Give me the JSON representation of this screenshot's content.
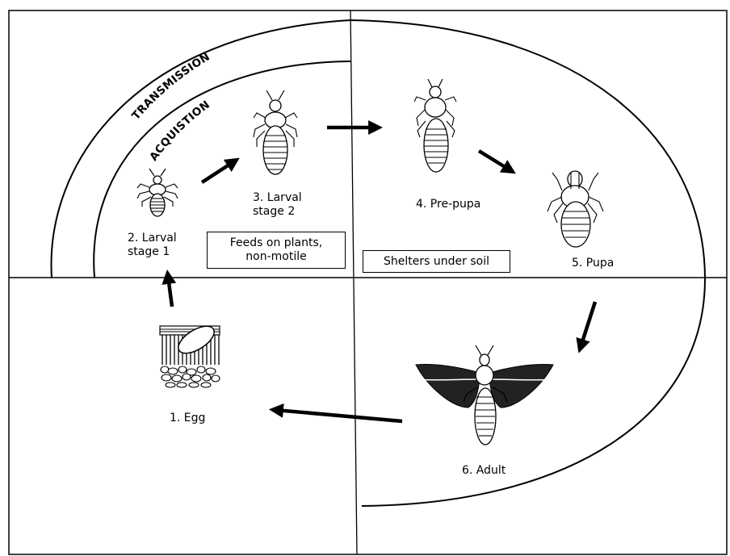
{
  "arc_labels": {
    "outer": "TRANSMISSION",
    "inner": "ACQUISTION"
  },
  "boxes": {
    "feeds": [
      "Feeds on plants,",
      "non-motile"
    ],
    "shelters": "Shelters under soil"
  },
  "stages": {
    "egg": "1. Egg",
    "larval1": [
      "2. Larval",
      "stage 1"
    ],
    "larval2": [
      "3. Larval",
      "stage 2"
    ],
    "prepupa": "4. Pre-pupa",
    "pupa": "5. Pupa",
    "adult": "6. Adult"
  }
}
